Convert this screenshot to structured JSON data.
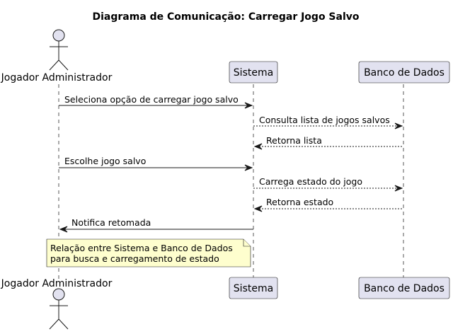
{
  "title": "Diagrama de Comunicação: Carregar Jogo Salvo",
  "participants": [
    {
      "id": "jogador",
      "type": "actor",
      "label": "Jogador Administrador"
    },
    {
      "id": "sistema",
      "type": "participant",
      "label": "Sistema"
    },
    {
      "id": "banco",
      "type": "participant",
      "label": "Banco de Dados"
    }
  ],
  "messages": [
    {
      "from": "jogador",
      "to": "sistema",
      "style": "solid",
      "label": "Seleciona opção de carregar jogo salvo"
    },
    {
      "from": "sistema",
      "to": "banco",
      "style": "dashed",
      "label": "Consulta lista de jogos salvos"
    },
    {
      "from": "banco",
      "to": "sistema",
      "style": "dashed",
      "label": "Retorna lista"
    },
    {
      "from": "jogador",
      "to": "sistema",
      "style": "solid",
      "label": "Escolhe jogo salvo"
    },
    {
      "from": "sistema",
      "to": "banco",
      "style": "dashed",
      "label": "Carrega estado do jogo"
    },
    {
      "from": "banco",
      "to": "sistema",
      "style": "dashed",
      "label": "Retorna estado"
    },
    {
      "from": "sistema",
      "to": "jogador",
      "style": "solid",
      "label": "Notifica retomada"
    }
  ],
  "note": {
    "lines": [
      "Relação entre Sistema e Banco de Dados",
      "para busca e carregamento de estado"
    ]
  }
}
